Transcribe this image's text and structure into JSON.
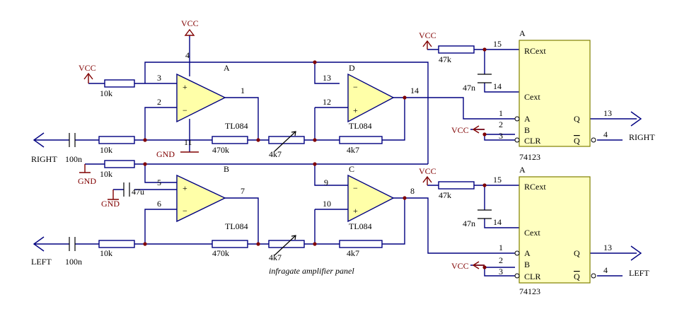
{
  "labels": {
    "vcc": "VCC",
    "gnd": "GND",
    "right": "RIGHT",
    "left": "LEFT",
    "panel": "infragate amplifier panel"
  },
  "resistors": {
    "r10k": "10k",
    "r470k": "470k",
    "r4k7": "4k7",
    "r47k": "47k"
  },
  "caps": {
    "c100n": "100n",
    "c47u": "47u",
    "c47n": "47n"
  },
  "opamps": {
    "part": "TL084",
    "a": "A",
    "b": "B",
    "c": "C",
    "d": "D"
  },
  "pins": [
    "1",
    "2",
    "3",
    "4",
    "5",
    "6",
    "7",
    "8",
    "9",
    "10",
    "11",
    "12",
    "13",
    "14",
    "15"
  ],
  "ic": {
    "part": "74123",
    "unit": "A",
    "rcext": "RCext",
    "cext": "Cext",
    "a": "A",
    "b": "B",
    "clr": "CLR",
    "q": "Q"
  },
  "colors": {
    "wire": "#000080",
    "net_label": "#800000",
    "opamp_fill": "#ffffa8",
    "ic_fill": "#ffffc0"
  }
}
